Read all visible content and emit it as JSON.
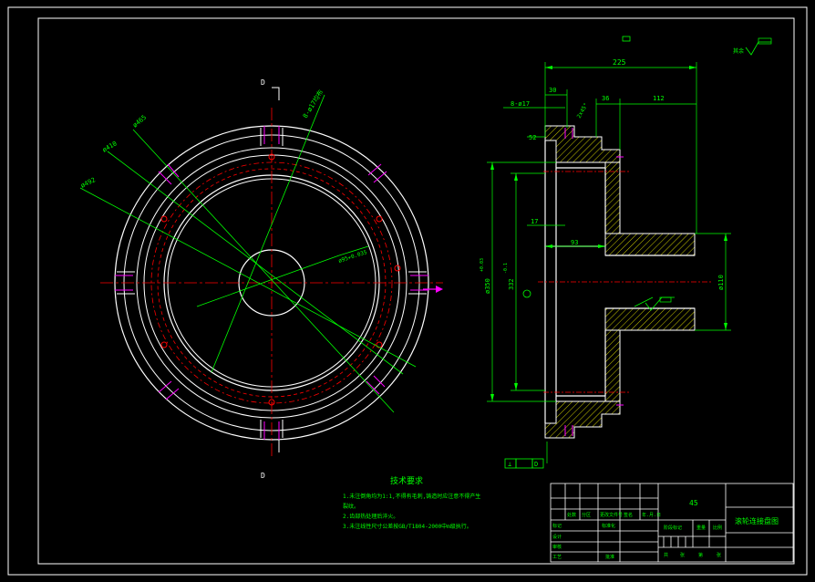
{
  "colors": {
    "background": "#000000",
    "outline": "#ffffff",
    "dimension": "#00ff00",
    "centerline": "#ff0000",
    "hidden_hole": "#ff00ff",
    "hatch": "#ffff00",
    "blue_tick": "#4488ff"
  },
  "front_view": {
    "section_label_top": "D",
    "section_label_bottom": "D",
    "callouts": [
      {
        "text": "ø465"
      },
      {
        "text": "ø410"
      },
      {
        "text": "ø492"
      },
      {
        "text": "8-ø17均布"
      },
      {
        "text": "ø95+0.035"
      }
    ]
  },
  "side_view": {
    "dims": {
      "overall_length": "225",
      "d30": "30",
      "d36": "36",
      "d112": "112",
      "holes": "8-ø17",
      "d52": "52",
      "d17": "17",
      "d93": "93",
      "d_350": "ø350",
      "d_350_tol": "+0.03",
      "d_332": "332",
      "d_332_tol": "-0.1",
      "d_110": "ø110",
      "chamfer": "2x45°"
    },
    "datum_frame": {
      "symbol": "⊥",
      "tol": "",
      "datum": "D"
    }
  },
  "roughness_note": "其余",
  "tech_requirements": {
    "title": "技术要求",
    "lines": [
      "1.未注倒角均为1:1,不得有毛刺,铸造时应注意不得产生",
      "  裂纹。",
      "2.齿部热处理后淬火。",
      "3.未注线性尺寸公差按GB/T1804-2000中m级执行。"
    ]
  },
  "title_block": {
    "material": "45",
    "part_name": "滚轮连接盘图",
    "row_labels": [
      "标记",
      "设计",
      "审核",
      "工艺"
    ],
    "row_headers": [
      "处数",
      "分区",
      "更改文件号",
      "签名",
      "年.月.日"
    ],
    "mid_labels": [
      "标准化",
      "批准"
    ],
    "right_headers": [
      "阶段标记",
      "重量",
      "比例"
    ],
    "sheet_text": [
      "共",
      "张",
      "第",
      "张"
    ]
  }
}
